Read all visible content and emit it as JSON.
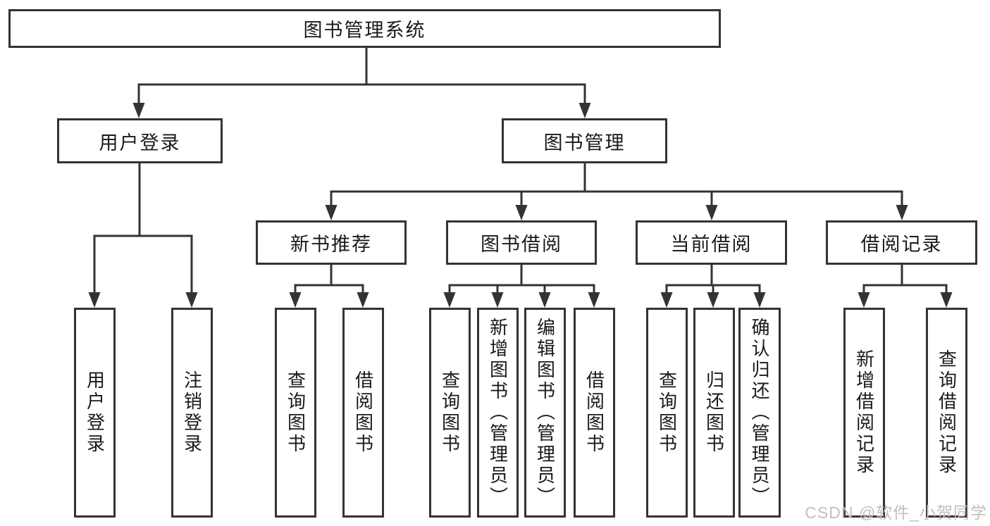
{
  "tree": {
    "label": "图书管理系统",
    "children": [
      {
        "label": "用户登录",
        "children": [
          {
            "label": "用户登录"
          },
          {
            "label": "注销登录"
          }
        ]
      },
      {
        "label": "图书管理",
        "children": [
          {
            "label": "新书推荐",
            "children": [
              {
                "label": "查询图书"
              },
              {
                "label": "借阅图书"
              }
            ]
          },
          {
            "label": "图书借阅",
            "children": [
              {
                "label": "查询图书"
              },
              {
                "label": "新增图书（管理员）"
              },
              {
                "label": "编辑图书（管理员）"
              },
              {
                "label": "借阅图书"
              }
            ]
          },
          {
            "label": "当前借阅",
            "children": [
              {
                "label": "查询图书"
              },
              {
                "label": "归还图书"
              },
              {
                "label": "确认归还（管理员）"
              }
            ]
          },
          {
            "label": "借阅记录",
            "children": [
              {
                "label": "新增借阅记录"
              },
              {
                "label": "查询借阅记录"
              }
            ]
          }
        ]
      }
    ]
  },
  "watermark": {
    "text": "CSDN @软件_小贺同学"
  },
  "colors": {
    "line": "#333333",
    "text": "#1a1a1a",
    "background": "#ffffff",
    "watermark": "#c0c0c0"
  }
}
